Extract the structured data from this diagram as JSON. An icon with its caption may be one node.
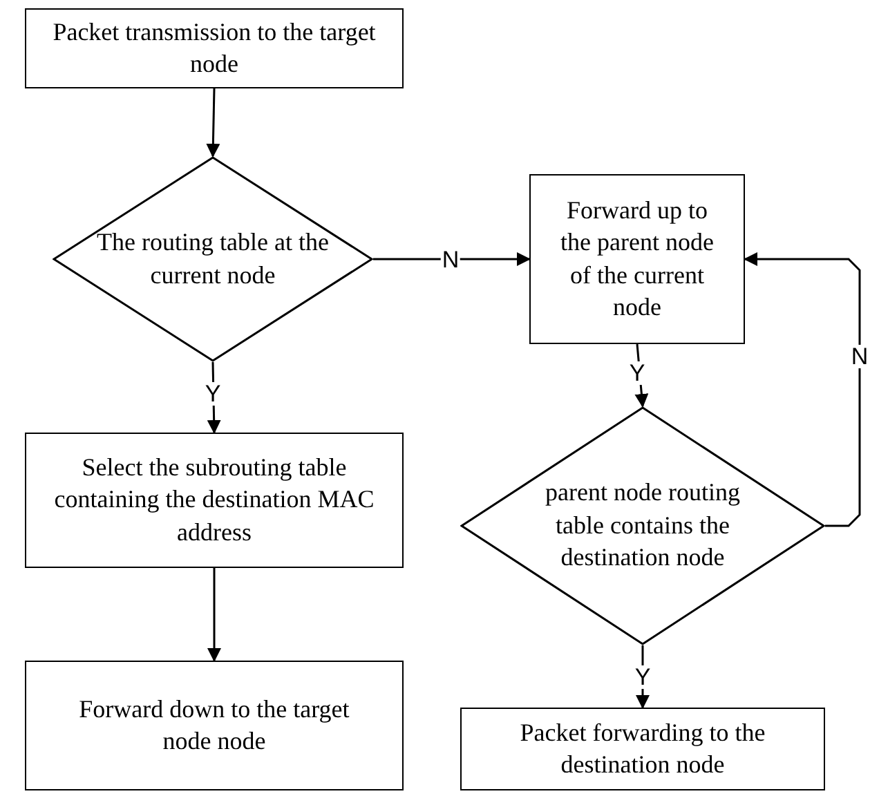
{
  "diagram": {
    "nodes": [
      {
        "text": [
          "Packet transmission to the target node"
        ]
      },
      {
        "text": [
          "The routing table at the current node"
        ]
      },
      {
        "text": [
          "Forward up to the parent node of the current node"
        ]
      },
      {
        "text": [
          "parent node routing table contains the destination node"
        ]
      },
      {
        "text": [
          "Select the subrouting table containing the destination MAC address"
        ]
      },
      {
        "text": [
          "Forward down to the target node node"
        ]
      },
      {
        "text": [
          "Packet forwarding to the destination node"
        ]
      }
    ],
    "edges": [
      {
        "from": 0,
        "to": 1,
        "arrow": "to"
      },
      {
        "from": 1,
        "to": 2,
        "arrow": "to",
        "label": "N"
      },
      {
        "from": 1,
        "to": 4,
        "arrow": "to",
        "label": "Y"
      },
      {
        "from": 2,
        "to": 3,
        "arrow": "to",
        "label": "Y"
      },
      {
        "from": 3,
        "to": 2,
        "arrow": "to",
        "label": "N"
      },
      {
        "from": 4,
        "to": 5,
        "arrow": "to"
      },
      {
        "from": 3,
        "to": 6,
        "arrow": "to",
        "label": "Y"
      }
    ]
  }
}
